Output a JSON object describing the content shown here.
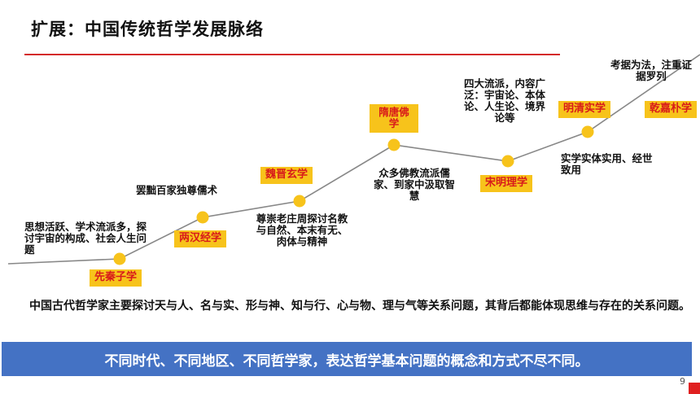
{
  "page": {
    "title": "扩展：中国传统哲学发展脉络",
    "page_number": "9"
  },
  "timeline": {
    "eras": [
      {
        "key": "xianqin",
        "label": "先秦子学",
        "note": "思想活跃、学术流派多，探讨宇宙的构成、社会人生问题"
      },
      {
        "key": "lianghan",
        "label": "两汉经学",
        "note": "罢黜百家独尊儒术"
      },
      {
        "key": "weijin",
        "label": "魏晋玄学",
        "note": "尊崇老庄周探讨名教与自然、本末有无、肉体与精神"
      },
      {
        "key": "suitang",
        "label": "隋唐佛学",
        "note": "众多佛教流派儒家、到家中汲取智慧"
      },
      {
        "key": "songming",
        "label": "宋明理学",
        "note": "四大流派，内容广泛：宇宙论、本体论、人生论、境界论等"
      },
      {
        "key": "mingqing",
        "label": "明清实学",
        "note": "实学实体实用、经世致用"
      },
      {
        "key": "qianjia",
        "label": "乾嘉朴学",
        "note": "考据为法，注重证据罗列"
      }
    ]
  },
  "summary": "中国古代哲学家主要探讨天与人、名与实、形与神、知与行、心与物、理与气等关系问题，其背后都能体现思维与存在的关系问题。",
  "banner": "不同时代、不同地区、不同哲学家，表达哲学基本问题的概念和方式不尽不同。",
  "colors": {
    "accent_red": "#d42a2a",
    "label_bg": "#f7c31b",
    "label_text": "#d81b1b",
    "line": "#888888",
    "dot": "#f7c31b",
    "banner_bg": "#4472c4"
  }
}
